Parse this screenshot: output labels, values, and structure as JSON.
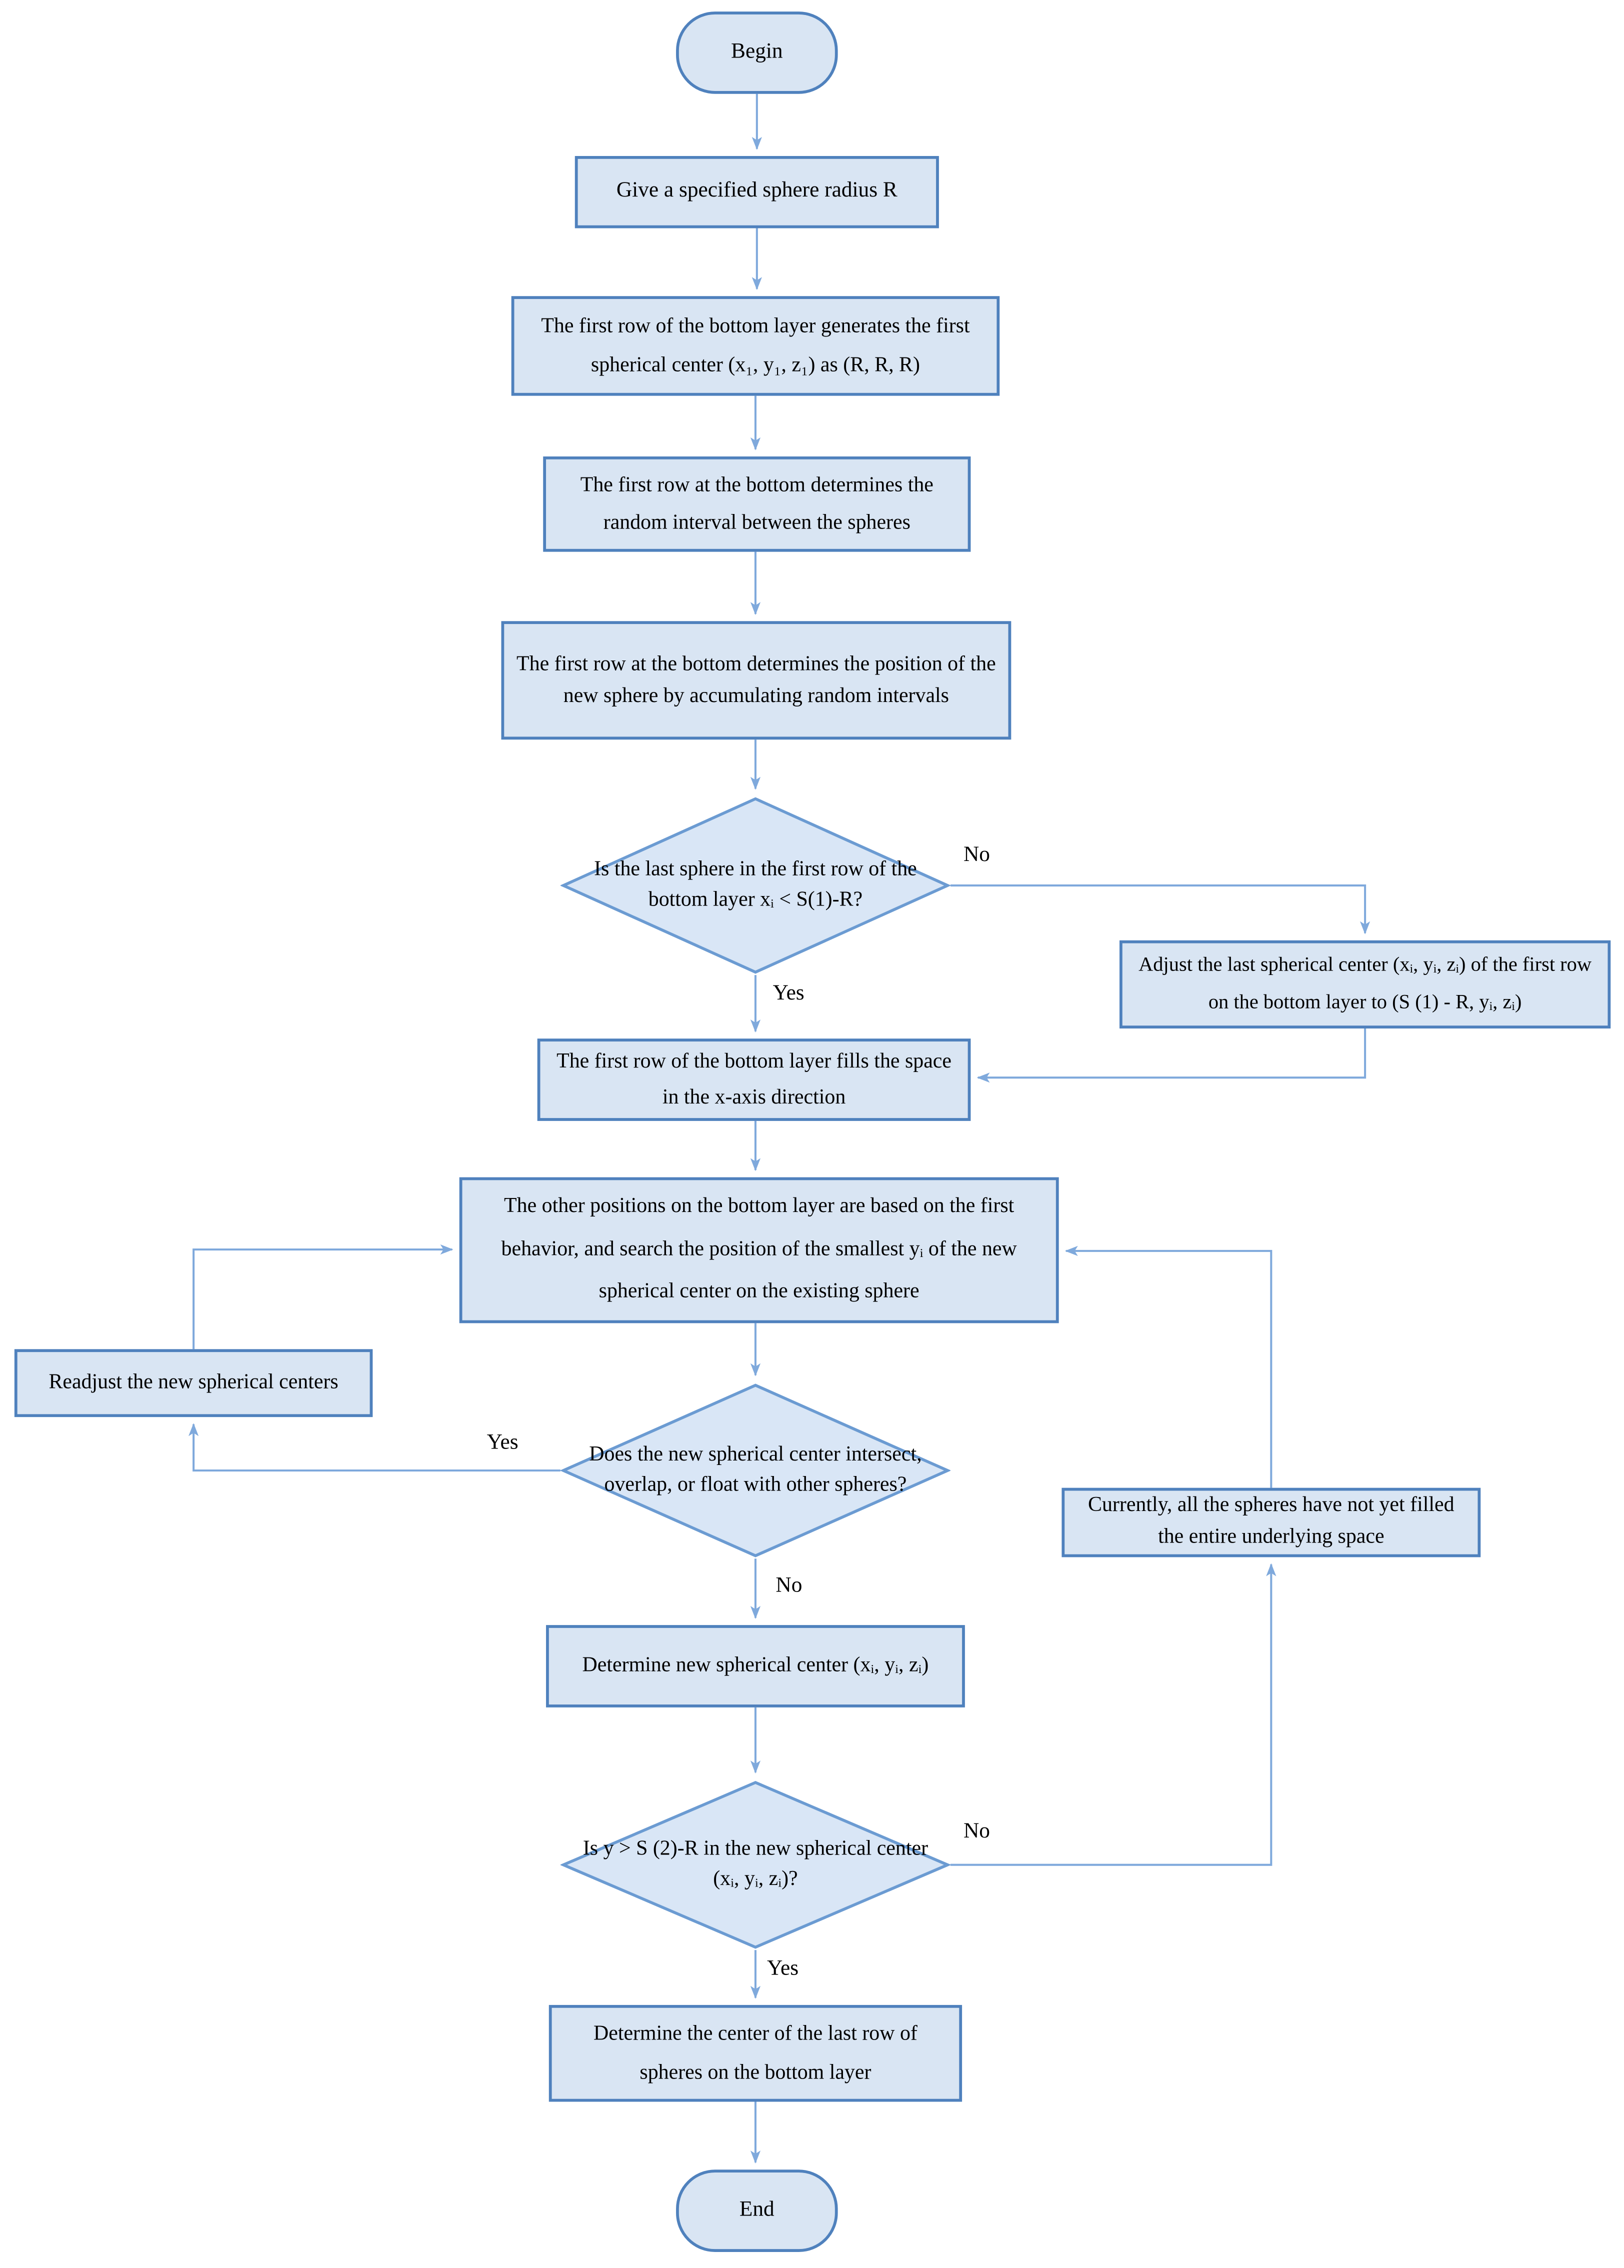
{
  "figure": {
    "type": "flowchart",
    "topic": "Generation of sphere centers on the bottom layer"
  },
  "colors": {
    "shape_fill": "#d9e5f3",
    "diamond_fill": "#d9e6f6",
    "shape_border": "#4f81bd",
    "connector": "#7fa9dc",
    "text": "#000000",
    "background": "#ffffff"
  },
  "nodes": {
    "begin": {
      "shape": "terminator",
      "label": "Begin"
    },
    "give_radius": {
      "shape": "process",
      "label": "Give a specified sphere radius R"
    },
    "first_center": {
      "shape": "process",
      "label": "The first row of the bottom layer generates the first spherical center (x₁, y₁, z₁) as (R, R, R)"
    },
    "random_interval": {
      "shape": "process",
      "label": "The first row at the bottom determines the random interval between the spheres"
    },
    "accumulate_intervals": {
      "shape": "process",
      "label": "The first row at the bottom determines the position of the new sphere by accumulating random intervals"
    },
    "check_last_sphere": {
      "shape": "decision",
      "label": "Is the last sphere in the first row of the bottom layer xᵢ < S(1)-R?"
    },
    "adjust_last_center": {
      "shape": "process",
      "label": "Adjust the last spherical center (xᵢ, yᵢ, zᵢ) of the first row on the bottom layer to (S (1) - R, yᵢ, zᵢ)"
    },
    "fill_x_axis": {
      "shape": "process",
      "label": "The first row of the bottom layer fills the space in the x-axis direction"
    },
    "other_positions": {
      "shape": "process",
      "label": "The other positions on the bottom layer are based on the first behavior, and search the position of the smallest yᵢ of the new spherical center on the existing sphere"
    },
    "readjust_centers": {
      "shape": "process",
      "label": "Readjust the new spherical centers"
    },
    "check_intersect": {
      "shape": "decision",
      "label": "Does the new spherical center intersect, overlap, or float with other spheres?"
    },
    "not_filled": {
      "shape": "process",
      "label": "Currently, all the spheres have not yet filled the entire underlying space"
    },
    "new_center": {
      "shape": "process",
      "label": "Determine new spherical center (xᵢ, yᵢ, zᵢ)"
    },
    "check_y": {
      "shape": "decision",
      "label": "Is y > S (2)-R in the new spherical center (xᵢ, yᵢ, zᵢ)?"
    },
    "last_row_center": {
      "shape": "process",
      "label": "Determine the center of the last row of spheres on the bottom layer"
    },
    "end": {
      "shape": "terminator",
      "label": "End"
    }
  },
  "edge_labels": {
    "check_last_no": "No",
    "check_last_yes": "Yes",
    "check_intersect_yes": "Yes",
    "check_intersect_no": "No",
    "check_y_no": "No",
    "check_y_yes": "Yes"
  }
}
